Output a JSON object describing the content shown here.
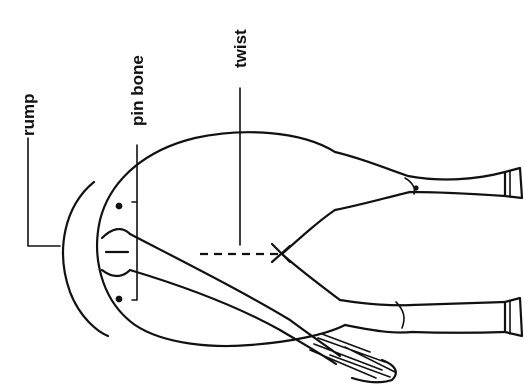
{
  "labels": {
    "rump": "rump",
    "pin_bone": "pin bone",
    "twist": "twist"
  }
}
